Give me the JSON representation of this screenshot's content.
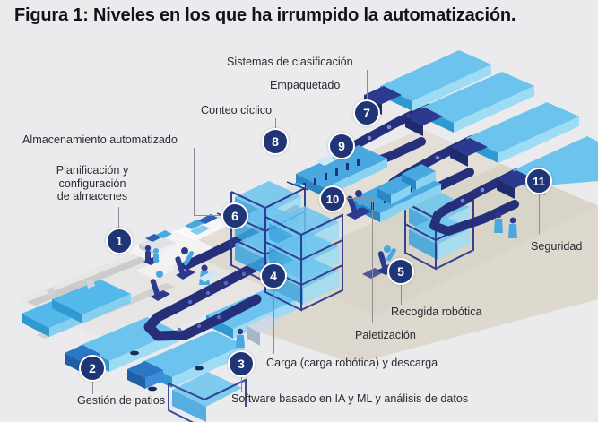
{
  "figure": {
    "title": "Figura 1: Niveles en los que ha irrumpido la automatización.",
    "background_color": "#ebebed",
    "floor_color": "#dedad0",
    "badge_color": "#1f3575",
    "accent_light": "#4db5e8",
    "accent_dark": "#2b3a8f",
    "text_color": "#2b2b30"
  },
  "callouts": [
    {
      "number": "1",
      "label": "Planificación y\nconfiguración\nde almacenes",
      "label_lines": [
        "Planificación y",
        "configuración",
        "de almacenes"
      ]
    },
    {
      "number": "2",
      "label": "Gestión de patios",
      "label_lines": [
        "Gestión de patios"
      ]
    },
    {
      "number": "3",
      "label": "Software basado en IA y ML y análisis de datos",
      "label_lines": [
        "Software basado en IA y ML y análisis de datos"
      ]
    },
    {
      "number": "4",
      "label": "Carga (carga robótica) y descarga",
      "label_lines": [
        "Carga (carga robótica) y descarga"
      ]
    },
    {
      "number": "5",
      "label": "Recogida robótica",
      "label_lines": [
        "Recogida robótica"
      ]
    },
    {
      "number": "6",
      "label": "Almacenamiento automatizado",
      "label_lines": [
        "Almacenamiento automatizado"
      ]
    },
    {
      "number": "7",
      "label": "Sistemas de clasificación",
      "label_lines": [
        "Sistemas de clasificación"
      ]
    },
    {
      "number": "8",
      "label": "Conteo cíclico",
      "label_lines": [
        "Conteo cíclico"
      ]
    },
    {
      "number": "9",
      "label": "Empaquetado",
      "label_lines": [
        "Empaquetado"
      ]
    },
    {
      "number": "10",
      "label": "Paletización",
      "label_lines": [
        "Paletización"
      ]
    },
    {
      "number": "11",
      "label": "Seguridad",
      "label_lines": [
        "Seguridad"
      ]
    }
  ],
  "labels": {
    "planificacion_l1": "Planificación y",
    "planificacion_l2": "configuración",
    "planificacion_l3": "de almacenes",
    "almacenamiento": "Almacenamiento automatizado",
    "conteo": "Conteo cíclico",
    "empaquetado": "Empaquetado",
    "sistemas": "Sistemas de clasificación",
    "seguridad": "Seguridad",
    "recogida": "Recogida robótica",
    "paletizacion": "Paletización",
    "carga": "Carga (carga robótica) y descarga",
    "software": "Software basado en IA y ML y análisis de datos",
    "gestion": "Gestión de patios"
  },
  "numbers": {
    "n1": "1",
    "n2": "2",
    "n3": "3",
    "n4": "4",
    "n5": "5",
    "n6": "6",
    "n7": "7",
    "n8": "8",
    "n9": "9",
    "n10": "10",
    "n11": "11"
  }
}
